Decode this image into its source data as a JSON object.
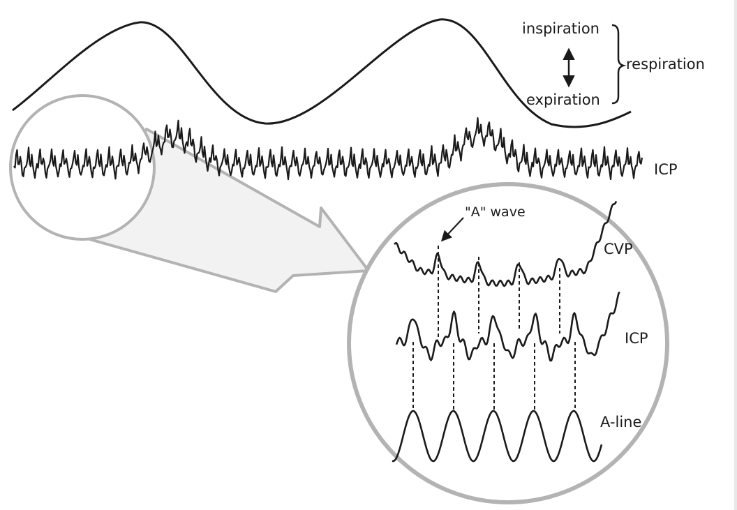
{
  "respiration": {
    "inspiration": "inspiration",
    "expiration": "expiration",
    "respiration": "respiration"
  },
  "traces": {
    "icp_main": "ICP",
    "a_wave": "\"A\" wave",
    "cvp": "CVP",
    "icp_zoom": "ICP",
    "a_line": "A-line"
  },
  "colors": {
    "ink": "#1a1a1a",
    "magnifier": "#b3b3b3",
    "callout_fill": "#f2f2f2"
  }
}
